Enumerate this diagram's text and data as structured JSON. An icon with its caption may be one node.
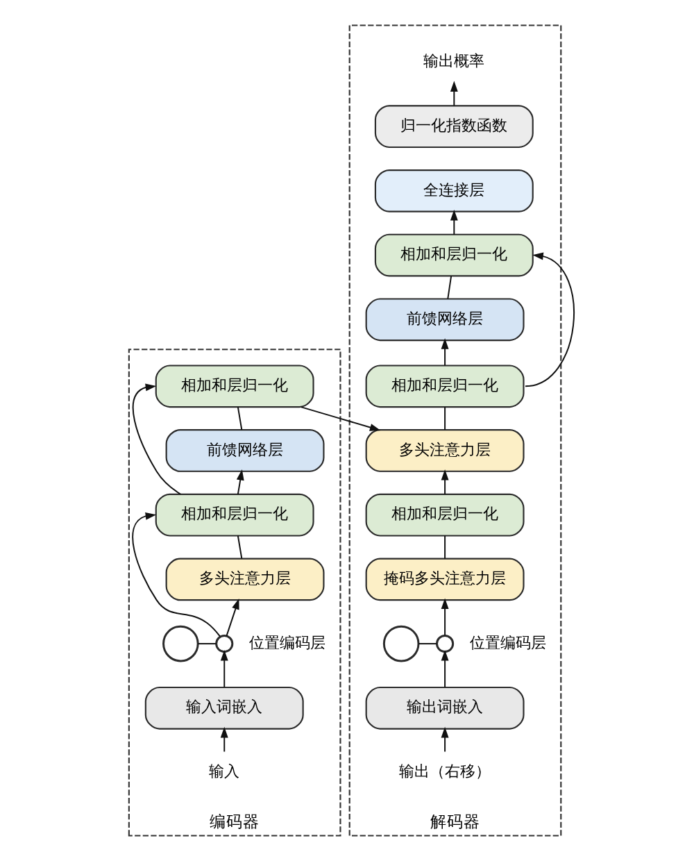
{
  "diagram": {
    "nodes": [
      {
        "text": [
          "编码器"
        ]
      },
      {
        "text": [
          "输入"
        ],
        "in": 0
      },
      {
        "text": [
          "输入词嵌入"
        ],
        "in": 0
      },
      {
        "text": [],
        "shape": "circle",
        "in": 0,
        "beside": [
          "位置编码层"
        ]
      },
      {
        "text": [],
        "shape": "circle",
        "in": 0
      },
      {
        "text": [
          "多头注意力层"
        ],
        "in": 0
      },
      {
        "text": [
          "相加和层归一化"
        ],
        "in": 0
      },
      {
        "text": [
          "前馈网络层"
        ],
        "in": 0
      },
      {
        "text": [
          "相加和层归一化"
        ],
        "in": 0
      },
      {
        "text": [
          "解码器"
        ]
      },
      {
        "text": [
          "输出（右移）"
        ],
        "in": 9
      },
      {
        "text": [
          "输出词嵌入"
        ],
        "in": 9
      },
      {
        "text": [],
        "shape": "circle",
        "in": 9,
        "beside": [
          "位置编码层"
        ]
      },
      {
        "text": [],
        "shape": "circle",
        "in": 9
      },
      {
        "text": [
          "掩码多头注意力层"
        ],
        "in": 9
      },
      {
        "text": [
          "相加和层归一化"
        ],
        "in": 9
      },
      {
        "text": [
          "多头注意力层"
        ],
        "in": 9
      },
      {
        "text": [
          "相加和层归一化"
        ],
        "in": 9
      },
      {
        "text": [
          "前馈网络层"
        ],
        "in": 9
      },
      {
        "text": [
          "相加和层归一化"
        ],
        "in": 9
      },
      {
        "text": [
          "全连接层"
        ],
        "in": 9
      },
      {
        "text": [
          "归一化指数函数"
        ],
        "in": 9
      },
      {
        "text": [
          "输出概率"
        ],
        "in": 9
      }
    ],
    "edges": [
      {
        "from": 1,
        "to": 2,
        "arrow": "to"
      },
      {
        "from": 2,
        "to": 3,
        "arrow": "to"
      },
      {
        "from": 4,
        "to": 3,
        "arrow": "none"
      },
      {
        "from": 3,
        "to": 5,
        "arrow": "to"
      },
      {
        "from": 3,
        "to": 6,
        "arrow": "to"
      },
      {
        "from": 5,
        "to": 6,
        "arrow": "none"
      },
      {
        "from": 6,
        "to": 7,
        "arrow": "to"
      },
      {
        "from": 6,
        "to": 8,
        "arrow": "to"
      },
      {
        "from": 7,
        "to": 8,
        "arrow": "none"
      },
      {
        "from": 8,
        "to": 16,
        "arrow": "to"
      },
      {
        "from": 10,
        "to": 11,
        "arrow": "to"
      },
      {
        "from": 11,
        "to": 12,
        "arrow": "to"
      },
      {
        "from": 13,
        "to": 12,
        "arrow": "none"
      },
      {
        "from": 12,
        "to": 14,
        "arrow": "to"
      },
      {
        "from": 14,
        "to": 15,
        "arrow": "none"
      },
      {
        "from": 15,
        "to": 16,
        "arrow": "to"
      },
      {
        "from": 16,
        "to": 17,
        "arrow": "none"
      },
      {
        "from": 17,
        "to": 18,
        "arrow": "to"
      },
      {
        "from": 17,
        "to": 19,
        "arrow": "to"
      },
      {
        "from": 18,
        "to": 19,
        "arrow": "none"
      },
      {
        "from": 19,
        "to": 20,
        "arrow": "to"
      },
      {
        "from": 21,
        "to": 22,
        "arrow": "to"
      }
    ]
  }
}
